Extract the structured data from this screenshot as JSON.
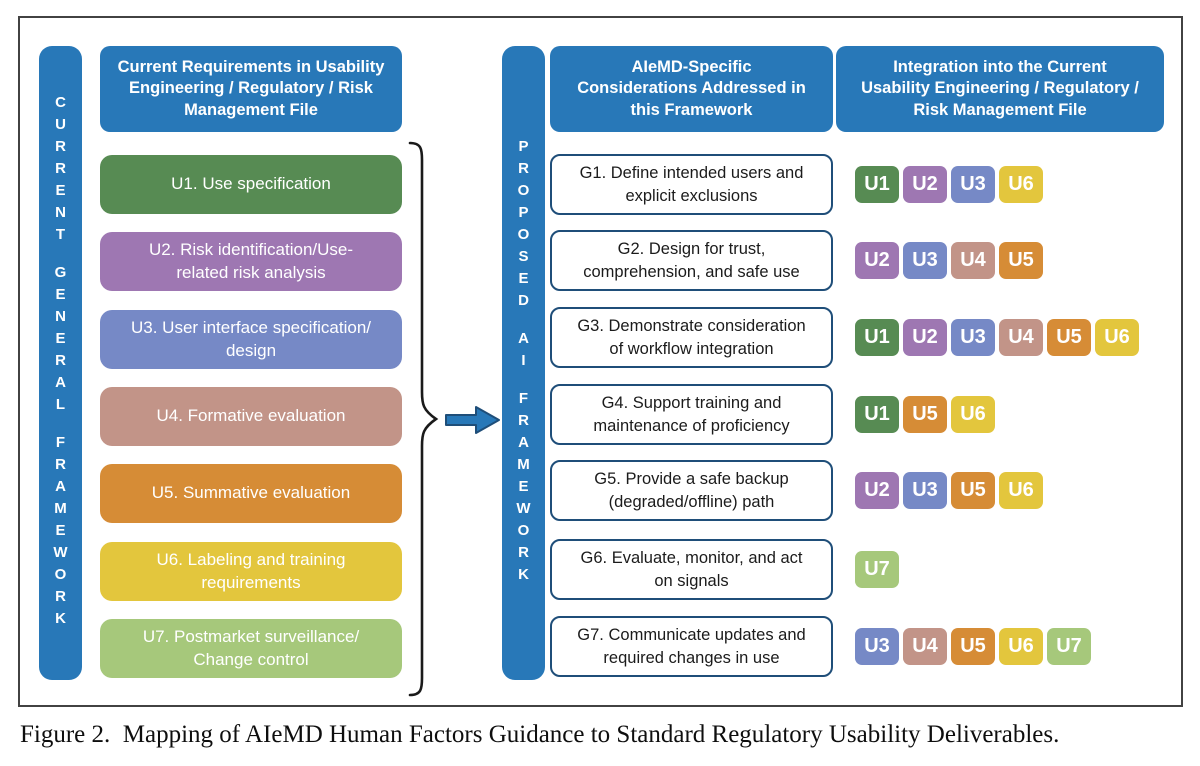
{
  "palette": {
    "blue": "#2878b8",
    "navy": "#1f4e79",
    "ink": "#1a1a1a",
    "frame_border": "#424242",
    "u1": "#578b53",
    "u2": "#9e77b2",
    "u3": "#7689c6",
    "u4": "#c29488",
    "u5": "#d68c36",
    "u6": "#e3c63d",
    "u7": "#a6c87b"
  },
  "left_rail": {
    "words": [
      "CURRENT",
      "GENERAL",
      "FRAMEWORK"
    ]
  },
  "mid_rail": {
    "words": [
      "PROPOSED",
      "AI",
      "FRAMEWORK"
    ]
  },
  "left_column": {
    "header": "Current Requirements in Usability\nEngineering / Regulatory / Risk\nManagement File",
    "items": [
      {
        "id": "U1",
        "label": "U1. Use specification"
      },
      {
        "id": "U2",
        "label": "U2. Risk identification/Use-\nrelated risk analysis"
      },
      {
        "id": "U3",
        "label": "U3. User interface specification/\ndesign"
      },
      {
        "id": "U4",
        "label": "U4. Formative evaluation"
      },
      {
        "id": "U5",
        "label": "U5. Summative evaluation"
      },
      {
        "id": "U6",
        "label": "U6. Labeling and training\nrequirements"
      },
      {
        "id": "U7",
        "label": "U7. Postmarket surveillance/\nChange control"
      }
    ]
  },
  "mid_column": {
    "header": "AIeMD-Specific\nConsiderations Addressed in\nthis Framework",
    "items": [
      {
        "id": "G1",
        "label": "G1. Define intended users and\nexplicit exclusions"
      },
      {
        "id": "G2",
        "label": "G2. Design for trust,\ncomprehension, and safe use"
      },
      {
        "id": "G3",
        "label": "G3. Demonstrate consideration\nof workflow integration"
      },
      {
        "id": "G4",
        "label": "G4. Support training and\nmaintenance of proficiency"
      },
      {
        "id": "G5",
        "label": "G5. Provide a safe backup\n(degraded/offline) path"
      },
      {
        "id": "G6",
        "label": "G6. Evaluate, monitor, and act\non signals"
      },
      {
        "id": "G7",
        "label": "G7. Communicate updates and\nrequired changes in use"
      }
    ]
  },
  "right_column": {
    "header": "Integration into the Current\nUsability Engineering / Regulatory /\nRisk Management File",
    "rows": [
      {
        "for": "G1",
        "chips": [
          "U1",
          "U2",
          "U3",
          "U6"
        ]
      },
      {
        "for": "G2",
        "chips": [
          "U2",
          "U3",
          "U4",
          "U5"
        ]
      },
      {
        "for": "G3",
        "chips": [
          "U1",
          "U2",
          "U3",
          "U4",
          "U5",
          "U6"
        ]
      },
      {
        "for": "G4",
        "chips": [
          "U1",
          "U5",
          "U6"
        ]
      },
      {
        "for": "G5",
        "chips": [
          "U2",
          "U3",
          "U5",
          "U6"
        ]
      },
      {
        "for": "G6",
        "chips": [
          "U7"
        ]
      },
      {
        "for": "G7",
        "chips": [
          "U3",
          "U4",
          "U5",
          "U6",
          "U7"
        ]
      }
    ]
  },
  "caption": "Figure 2.  Mapping of AIeMD Human Factors Guidance to Standard Regulatory Usability Deliverables."
}
